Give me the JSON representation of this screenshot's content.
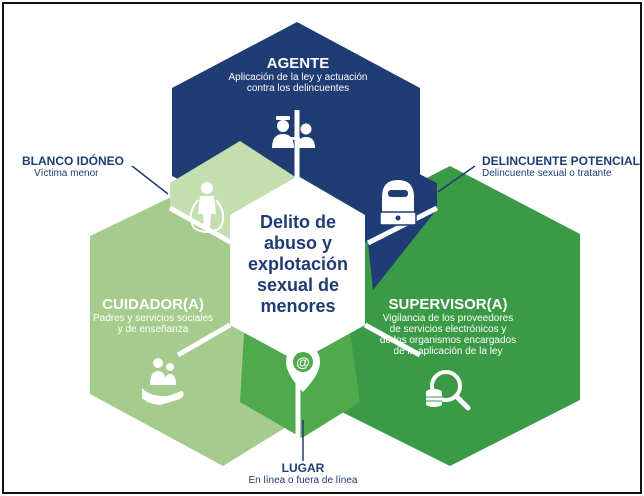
{
  "colors": {
    "navy": "#1f3c74",
    "green_dark": "#3b9a45",
    "green_mid": "#4faa4e",
    "green_light": "#a6cc8d",
    "green_pale": "#c4deb0",
    "white": "#ffffff"
  },
  "center": {
    "line1": "Delito de",
    "line2": "abuso y",
    "line3": "explotación",
    "line4": "sexual de",
    "line5": "menores"
  },
  "agente": {
    "title": "AGENTE",
    "line1": "Aplicación de la ley y actuación",
    "line2": "contra los delincuentes",
    "icon": "police-officer-icon"
  },
  "blanco": {
    "title": "BLANCO IDÓNEO",
    "subtitle": "Víctima menor",
    "icon": "child-jumping-rope-icon"
  },
  "delincuente": {
    "title": "DELINCUENTE POTENCIAL",
    "subtitle": "Delincuente sexual o tratante",
    "icon": "hooded-hacker-icon"
  },
  "cuidador": {
    "title": "CUIDADOR(A)",
    "line1": "Padres y servicios sociales",
    "line2": "y de enseñanza",
    "icon": "family-in-hand-icon"
  },
  "supervisor": {
    "title": "SUPERVISOR(A)",
    "line1": "Vigilancia de los proveedores",
    "line2": "de servicios electrónicos y",
    "line3": "de los organismos encargados",
    "line4": "de la aplicación de la ley",
    "icon": "magnifier-database-icon"
  },
  "lugar": {
    "title": "LUGAR",
    "subtitle": "En línea o fuera de línea",
    "icon": "location-pin-at-icon"
  }
}
